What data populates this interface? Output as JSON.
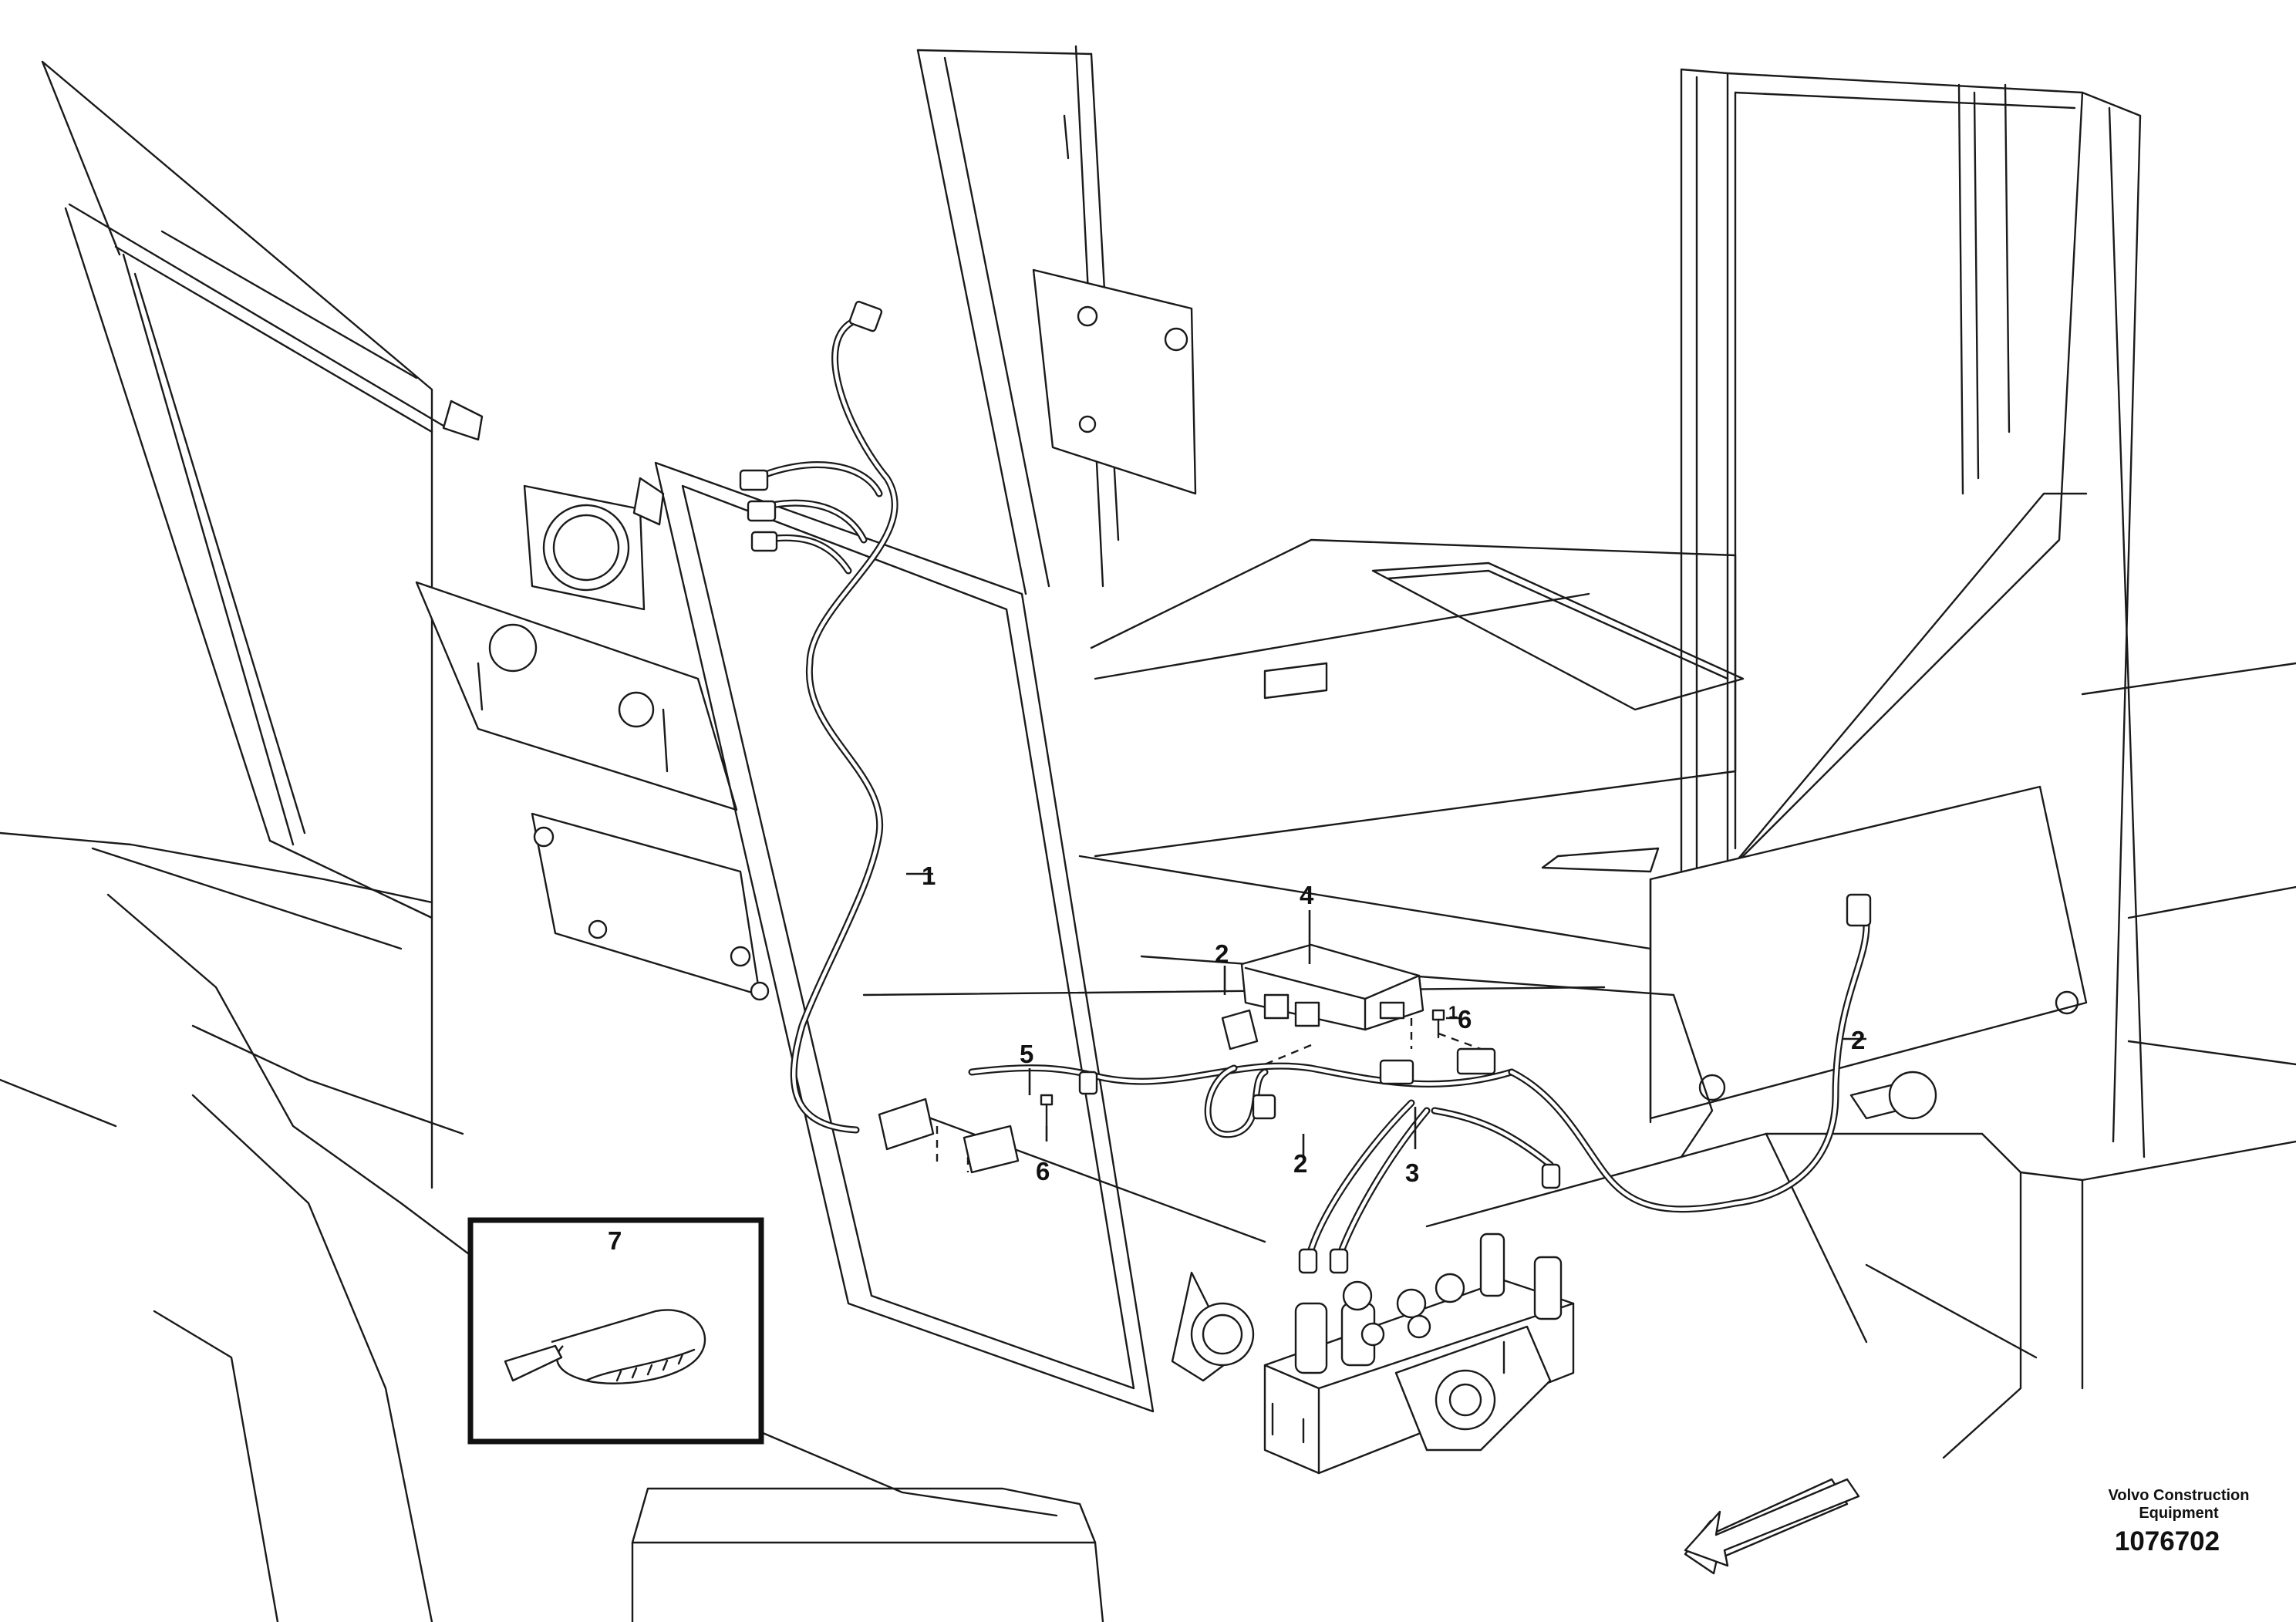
{
  "callouts": {
    "c1": "1",
    "c2a": "2",
    "c2b": "2",
    "c2c": "2",
    "c3": "3",
    "c4": "4",
    "c5": "5",
    "c6a": "6",
    "c6b": "6",
    "c7": "7",
    "c1b": "1"
  },
  "footer": {
    "maker_line1": "Volvo Construction",
    "maker_line2": "Equipment",
    "ref_number": "1076702"
  }
}
